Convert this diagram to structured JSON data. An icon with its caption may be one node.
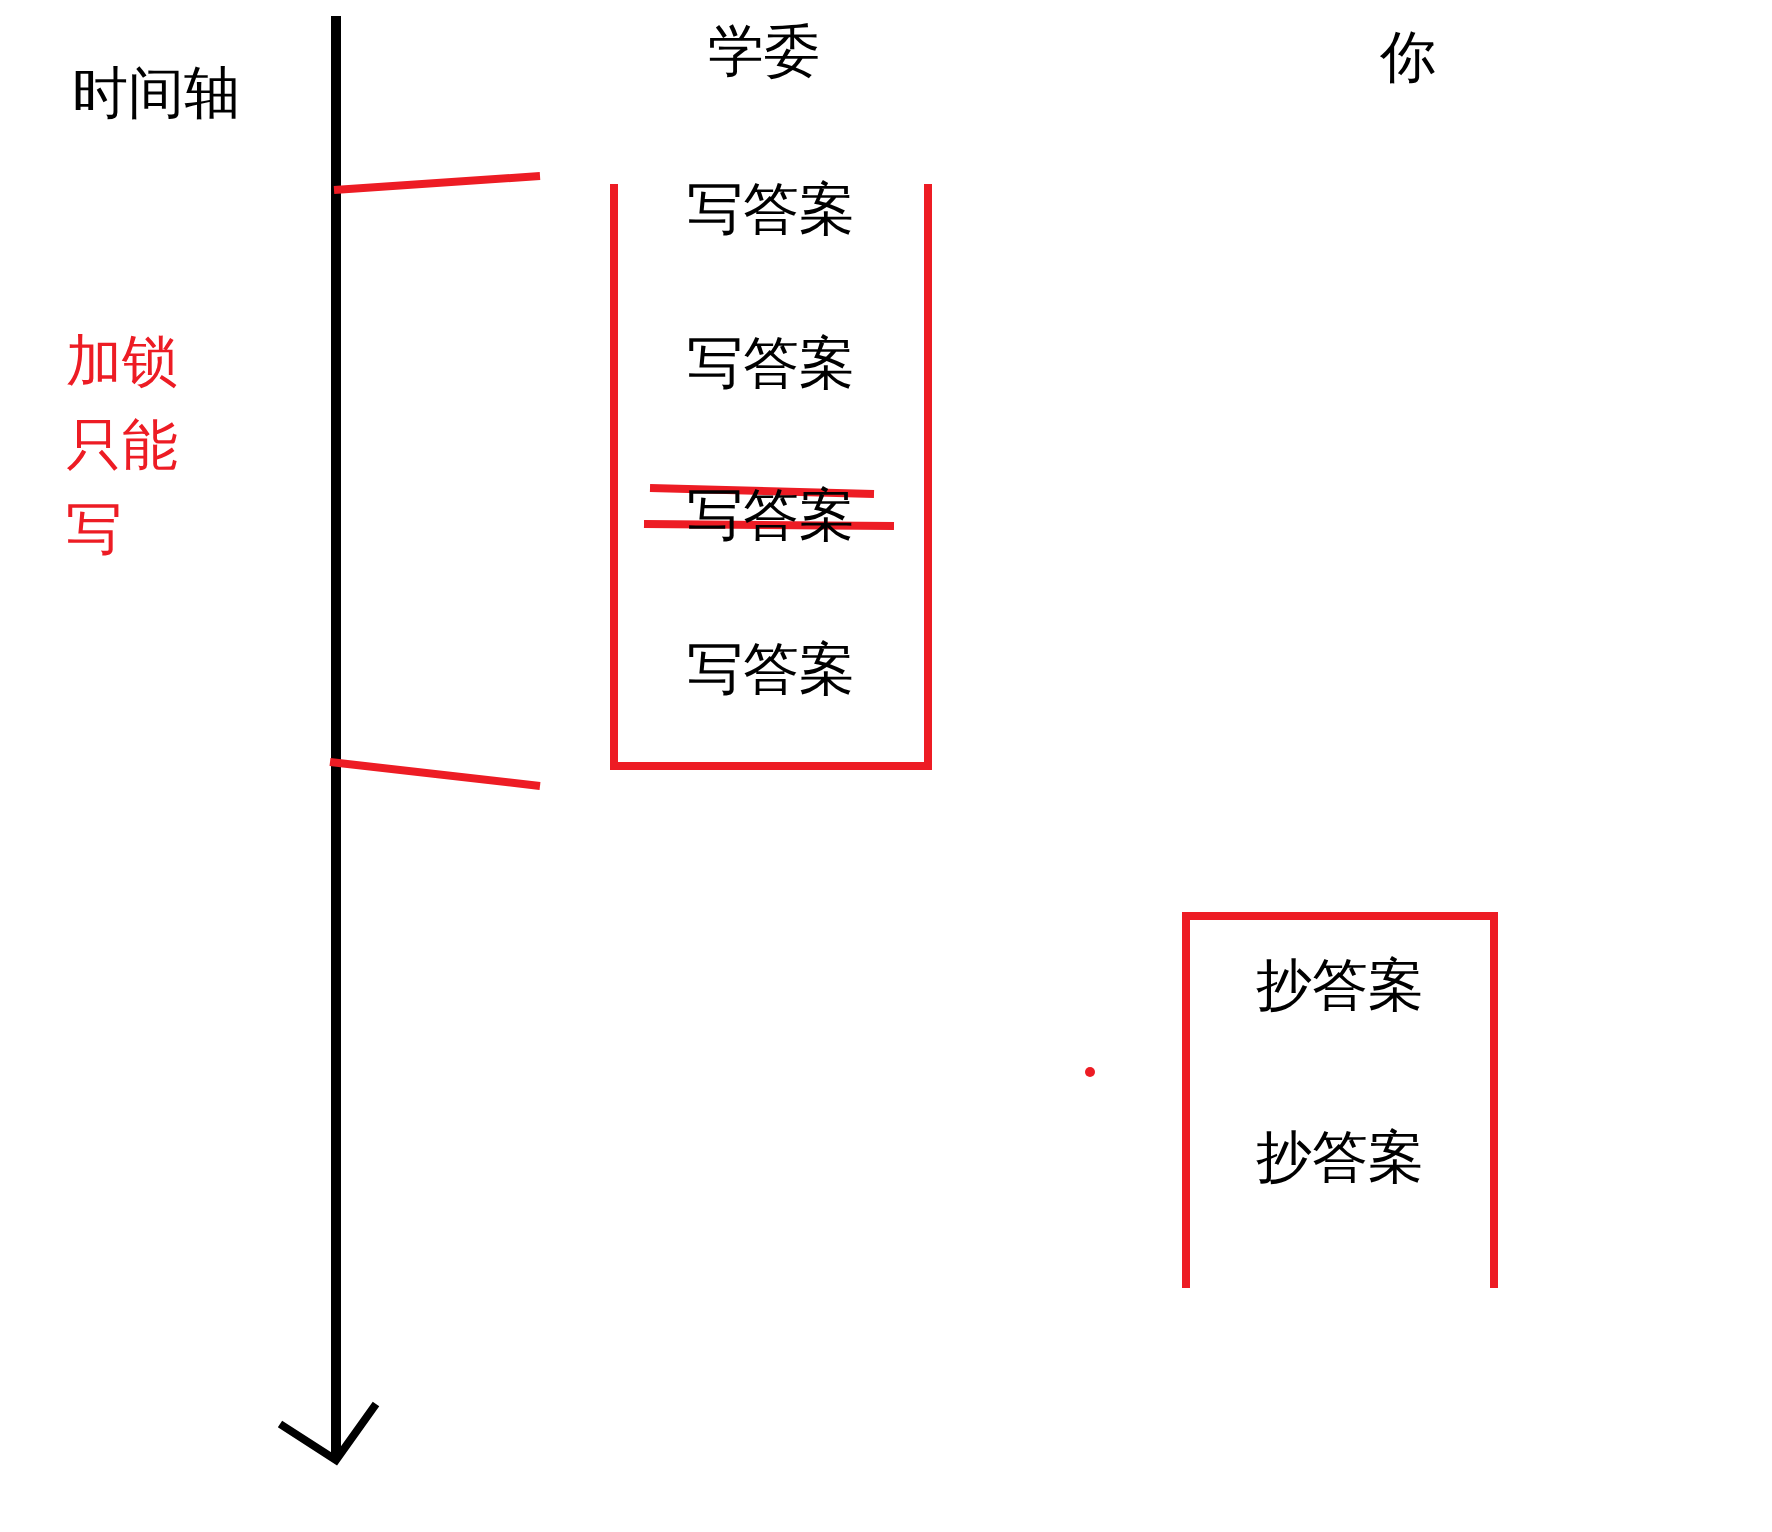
{
  "diagram": {
    "nodes": [
      {
        "text": [
          "写答案",
          "写答案",
          "写答案",
          "写答案"
        ]
      },
      {
        "text": [
          "抄答案",
          "抄答案"
        ]
      }
    ],
    "edges": [],
    "labels": [
      "时间轴",
      "学委",
      "你",
      "加锁只能写"
    ]
  }
}
